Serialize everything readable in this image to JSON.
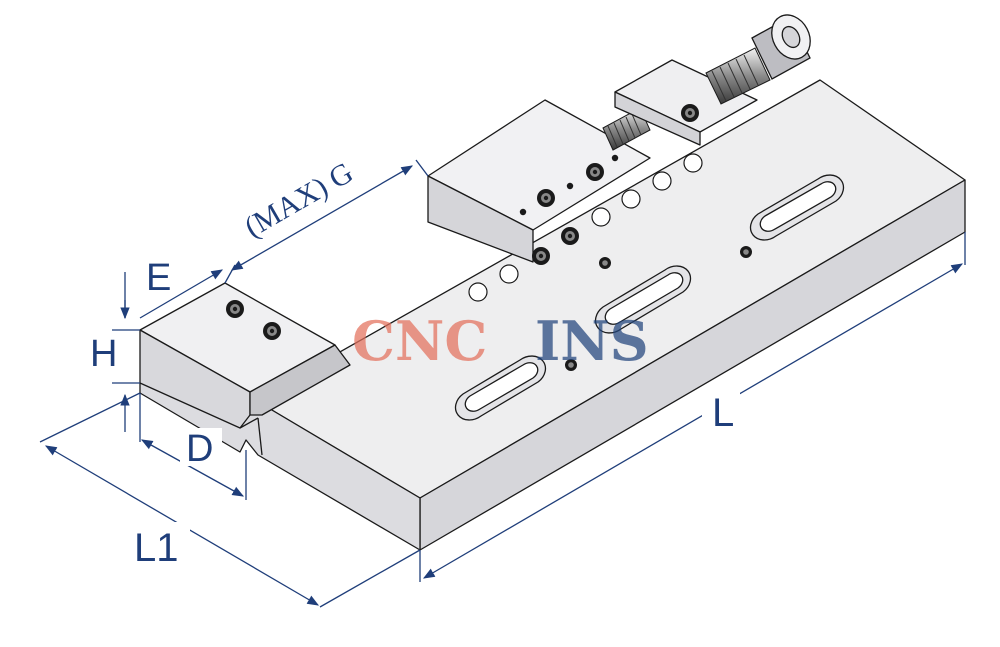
{
  "dimensions": {
    "E": "E",
    "H": "H",
    "D": "D",
    "L": "L",
    "L1": "L1",
    "G": "(MAX) G"
  },
  "watermark": {
    "part1": "CNC",
    "part2": "INS"
  },
  "colors": {
    "dimension": "#1f3e7a",
    "steel_top": "#eeeeef",
    "steel_side": "#d9d9dc",
    "steel_shadow": "#c4c4c8",
    "outline": "#1a1a1a",
    "watermark_red": "#e4715d",
    "watermark_blue": "#22457d"
  }
}
